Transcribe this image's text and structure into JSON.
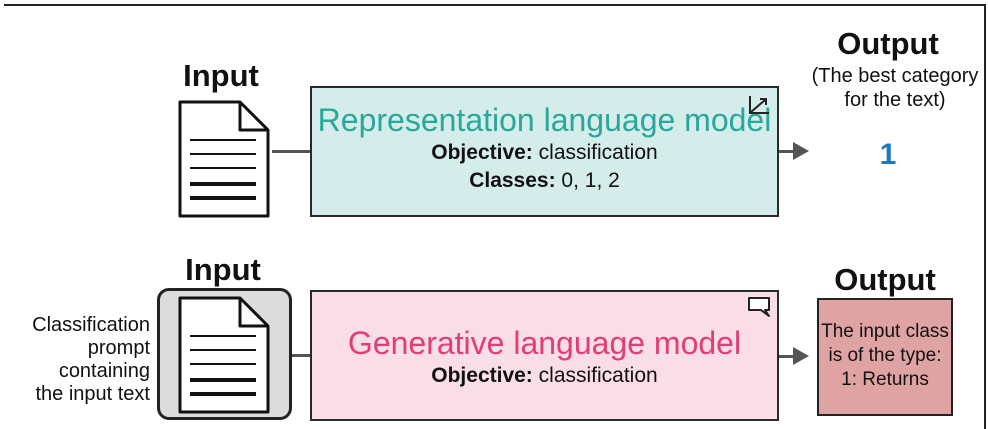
{
  "top": {
    "input_heading": "Input",
    "model_title": "Representation language model",
    "objective_label": "Objective:",
    "objective_value": "classification",
    "classes_label": "Classes:",
    "classes_value": "0, 1, 2",
    "output_heading": "Output",
    "output_caption_line1": "(The best category",
    "output_caption_line2": "for the text)",
    "output_value": "1",
    "model_icon": "chart-axes-icon"
  },
  "bottom": {
    "input_heading": "Input",
    "prompt_caption_lines": [
      "Classification",
      "prompt",
      "containing",
      "the input text"
    ],
    "model_title": "Generative language model",
    "objective_label": "Objective:",
    "objective_value": "classification",
    "output_heading": "Output",
    "output_lines": [
      "The input class",
      "is of the type:",
      "1: Returns"
    ],
    "model_icon": "chat-bubble-icon"
  },
  "colors": {
    "representation_fill": "#d4ecea",
    "representation_title": "#2aa79b",
    "generative_fill": "#f9dde7",
    "generative_title": "#e23d76",
    "output_value": "#1c78c0",
    "output_box_fill": "#e0a3a3",
    "prompt_frame_fill": "#dcdcdc"
  }
}
